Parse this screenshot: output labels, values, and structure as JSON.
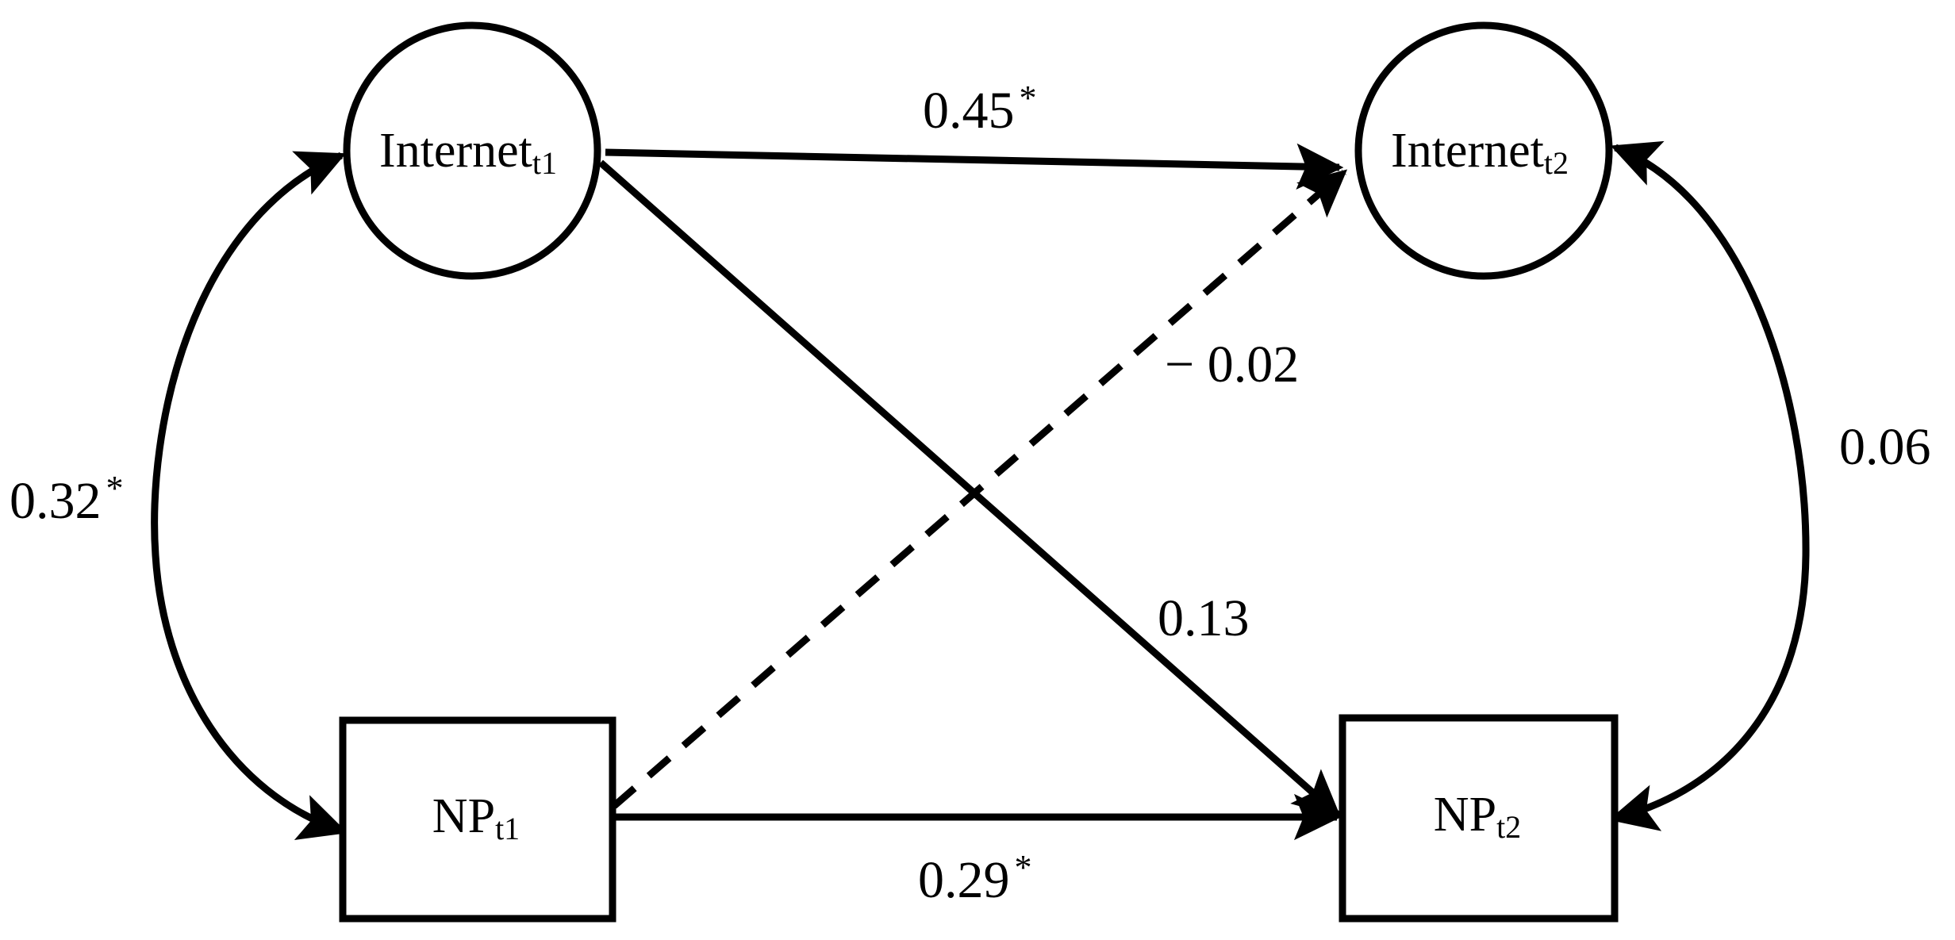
{
  "figure": {
    "type": "cross-lagged-panel-path-diagram",
    "background_color": "#ffffff",
    "stroke_color": "#000000"
  },
  "nodes": [
    {
      "id": "internet_t1",
      "shape": "circle",
      "label_main": "Internet",
      "label_sub": "t1",
      "label_full": "Internet t1"
    },
    {
      "id": "internet_t2",
      "shape": "circle",
      "label_main": "Internet",
      "label_sub": "t2",
      "label_full": "Internet t2"
    },
    {
      "id": "np_t1",
      "shape": "rectangle",
      "label_main": "NP",
      "label_sub": "t1",
      "label_full": "NP t1"
    },
    {
      "id": "np_t2",
      "shape": "rectangle",
      "label_main": "NP",
      "label_sub": "t2",
      "label_full": "NP t2"
    }
  ],
  "edges": [
    {
      "id": "internet_t1_to_internet_t2",
      "from": "internet_t1",
      "to": "internet_t2",
      "style": "solid",
      "arrow": "single",
      "coefficient": "0.45",
      "significant": true,
      "star": "*"
    },
    {
      "id": "np_t1_to_np_t2",
      "from": "np_t1",
      "to": "np_t2",
      "style": "solid",
      "arrow": "single",
      "coefficient": "0.29",
      "significant": true,
      "star": "*"
    },
    {
      "id": "internet_t1_to_np_t2",
      "from": "internet_t1",
      "to": "np_t2",
      "style": "solid",
      "arrow": "single",
      "coefficient": "0.13",
      "significant": false,
      "star": ""
    },
    {
      "id": "np_t1_to_internet_t2",
      "from": "np_t1",
      "to": "internet_t2",
      "style": "dashed",
      "arrow": "single",
      "coefficient": "− 0.02",
      "significant": false,
      "star": ""
    },
    {
      "id": "internet_t1_with_np_t1",
      "from": "internet_t1",
      "to": "np_t1",
      "style": "curved",
      "arrow": "double",
      "coefficient": "0.32",
      "significant": true,
      "star": "*"
    },
    {
      "id": "internet_t2_with_np_t2",
      "from": "internet_t2",
      "to": "np_t2",
      "style": "curved",
      "arrow": "double",
      "coefficient": "0.06",
      "significant": false,
      "star": ""
    }
  ]
}
